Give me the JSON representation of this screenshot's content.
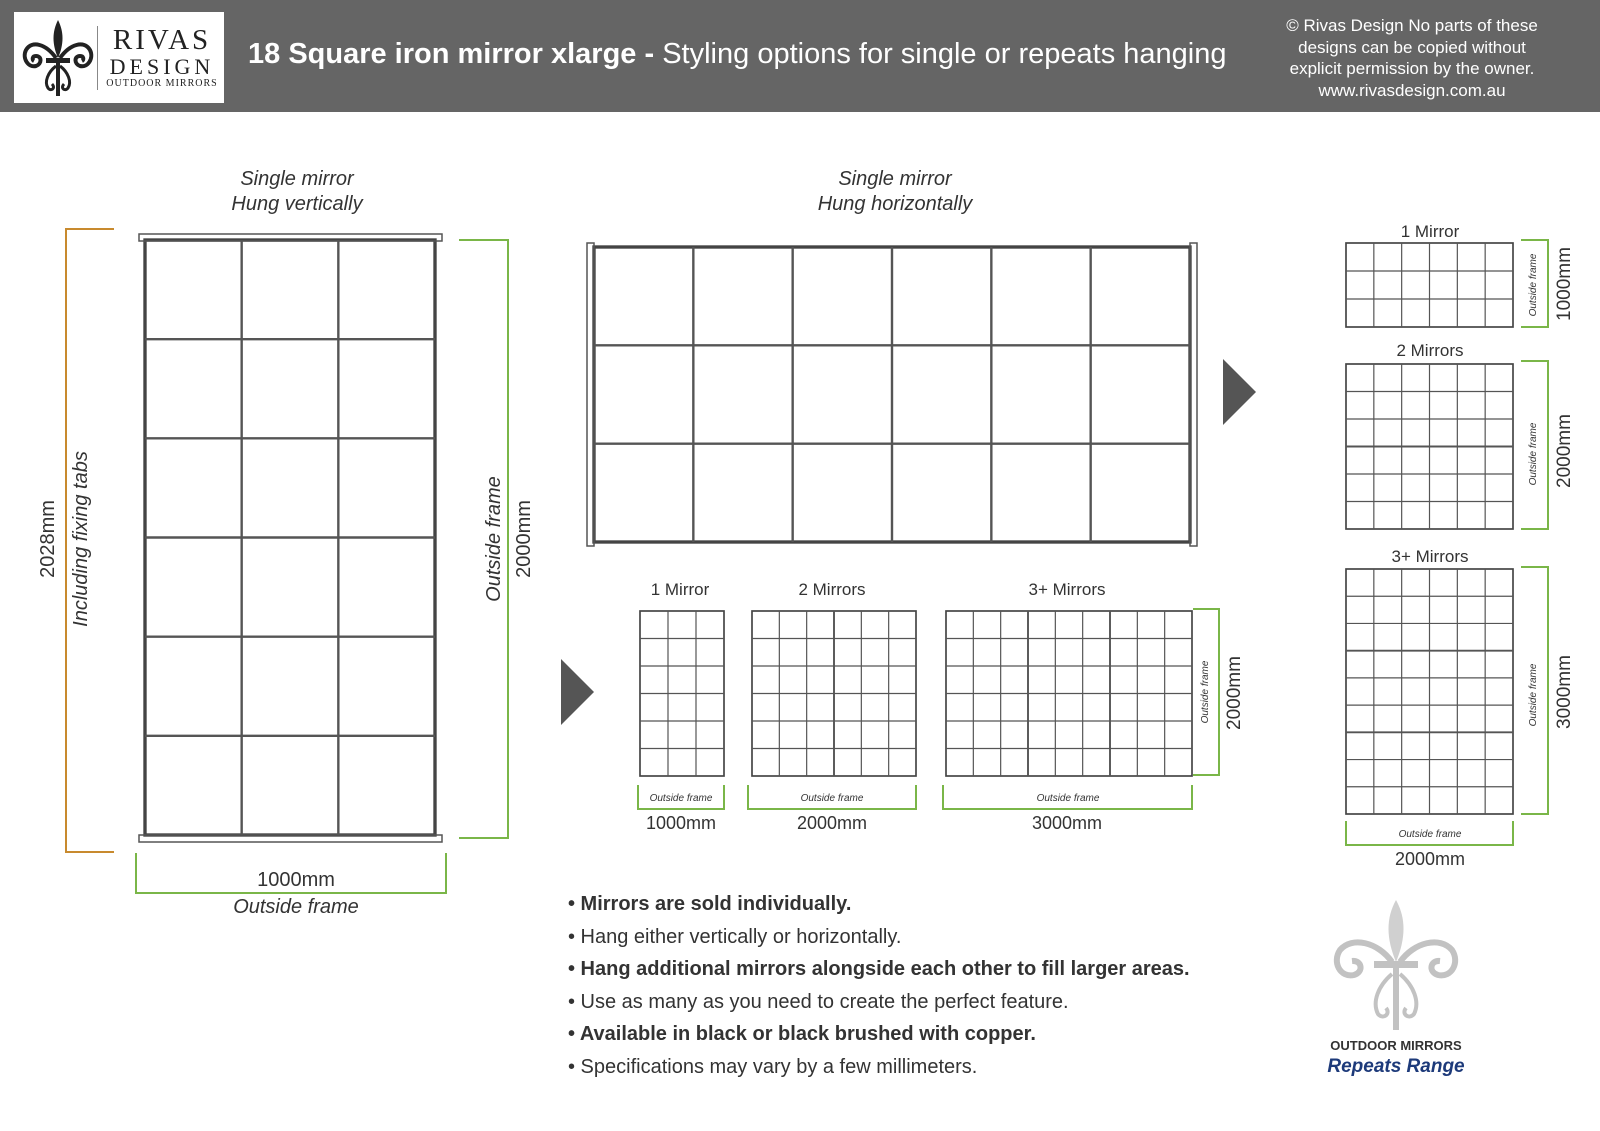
{
  "header": {
    "logo": {
      "line1": "RIVAS",
      "line2": "DESIGN",
      "line3": "OUTDOOR MIRRORS"
    },
    "title_bold": "18 Square iron mirror xlarge -",
    "title_rest": "Styling options for single or repeats hanging",
    "copyright": [
      "© Rivas Design No parts of these",
      "designs can be copied without",
      "explicit permission by the owner.",
      "www.rivasdesign.com.au"
    ]
  },
  "vertical": {
    "caption_1": "Single mirror",
    "caption_2": "Hung vertically",
    "left_dim": "2028mm",
    "left_note": "Including fixing tabs",
    "right_note": "Outside frame",
    "right_dim": "2000mm",
    "bottom_dim": "1000mm",
    "bottom_note": "Outside frame"
  },
  "horizontal": {
    "caption_1": "Single mirror",
    "caption_2": "Hung horizontally"
  },
  "bottom_repeats": {
    "one": {
      "label": "1 Mirror",
      "note": "Outside frame",
      "dim": "1000mm"
    },
    "two": {
      "label": "2 Mirrors",
      "note": "Outside frame",
      "dim": "2000mm"
    },
    "three": {
      "label": "3+ Mirrors",
      "note": "Outside frame",
      "dim": "3000mm"
    },
    "height_note": "Outside frame",
    "height_dim": "2000mm"
  },
  "right_repeats": {
    "one": {
      "label": "1 Mirror",
      "note": "Outside frame",
      "dim": "1000mm"
    },
    "two": {
      "label": "2 Mirrors",
      "note": "Outside frame",
      "dim": "2000mm"
    },
    "three": {
      "label": "3+ Mirrors",
      "note": "Outside frame",
      "dim": "3000mm"
    },
    "width_note": "Outside frame",
    "width_dim": "2000mm"
  },
  "bullets": [
    {
      "text": "• Mirrors are sold individually.",
      "bold": true
    },
    {
      "text": "• Hang either vertically or horizontally.",
      "bold": false
    },
    {
      "text": "• Hang additional mirrors alongside each other to fill larger areas.",
      "bold": true
    },
    {
      "text": "• Use as many as you need to create the perfect feature.",
      "bold": false
    },
    {
      "text": "• Available in black or black brushed with copper.",
      "bold": true
    },
    {
      "text": "• Specifications may vary by a few millimeters.",
      "bold": false
    }
  ],
  "brand": {
    "line1": "OUTDOOR MIRRORS",
    "line2": "Repeats Range"
  },
  "colors": {
    "header": "#656565",
    "dim_orange": "#c88a2e",
    "dim_green": "#7ab648",
    "frame": "#444444",
    "arrow": "#555555",
    "brand_blue": "#1d3a7a"
  }
}
